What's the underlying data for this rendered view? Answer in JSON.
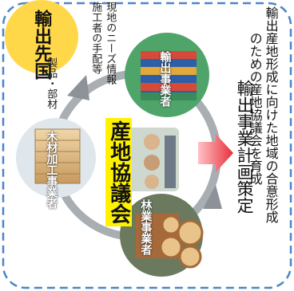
{
  "diagram": {
    "center_label": "産地協議会",
    "nodes": {
      "forestry": "林業事業者",
      "processing": "木材加工事業者",
      "export_biz": "輸出事業者",
      "export_dest": "輸出先国"
    },
    "cycle_labels": {
      "products": "製品・部材",
      "needs_line1": "現地のニーズ情報",
      "needs_line2": "施工者の手配等"
    },
    "plan_label": "輸出事業計画策定",
    "goal_line1": "輸出産地形成に向けた地域の合意形成",
    "goal_line2": "のための産地協議会を育成"
  },
  "colors": {
    "border": "#4a86c8",
    "center_highlight": "#fff200",
    "export_dest_circle": "#ffd84a",
    "cycle_arrow": "#9aa0a6",
    "plan_arrow": "#e8303a"
  }
}
